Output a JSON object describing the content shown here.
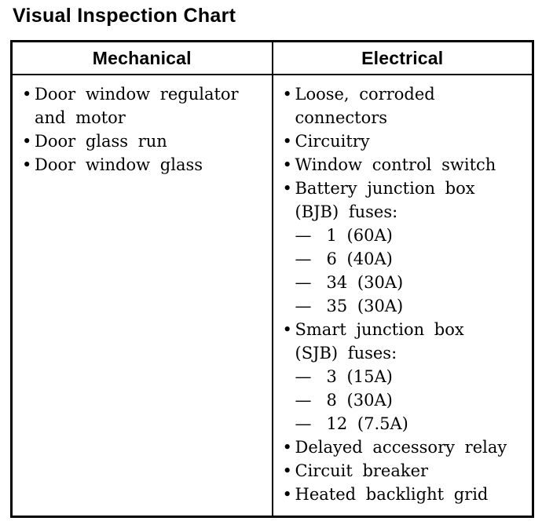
{
  "page": {
    "title": "Visual Inspection Chart"
  },
  "colors": {
    "background": "#ffffff",
    "text": "#000000",
    "border": "#000000"
  },
  "glyphs": {
    "bullet": "•",
    "dash": "—"
  },
  "table": {
    "columns": [
      {
        "header": "Mechanical",
        "items": [
          {
            "type": "bullet",
            "text": "Door window regulator\nand motor"
          },
          {
            "type": "bullet",
            "text": "Door glass run"
          },
          {
            "type": "bullet",
            "text": "Door window glass"
          }
        ]
      },
      {
        "header": "Electrical",
        "items": [
          {
            "type": "bullet",
            "text": "Loose, corroded\nconnectors"
          },
          {
            "type": "bullet",
            "text": "Circuitry"
          },
          {
            "type": "bullet",
            "text": "Window control switch"
          },
          {
            "type": "bullet",
            "text": "Battery junction box\n(BJB) fuses:"
          },
          {
            "type": "dash",
            "text": "1 (60A)"
          },
          {
            "type": "dash",
            "text": "6 (40A)"
          },
          {
            "type": "dash",
            "text": "34 (30A)"
          },
          {
            "type": "dash",
            "text": "35 (30A)"
          },
          {
            "type": "bullet",
            "text": "Smart junction box\n(SJB) fuses:"
          },
          {
            "type": "dash",
            "text": "3 (15A)"
          },
          {
            "type": "dash",
            "text": "8 (30A)"
          },
          {
            "type": "dash",
            "text": "12 (7.5A)"
          },
          {
            "type": "bullet",
            "text": "Delayed accessory relay"
          },
          {
            "type": "bullet",
            "text": "Circuit breaker"
          },
          {
            "type": "bullet",
            "text": "Heated backlight grid"
          }
        ]
      }
    ]
  }
}
